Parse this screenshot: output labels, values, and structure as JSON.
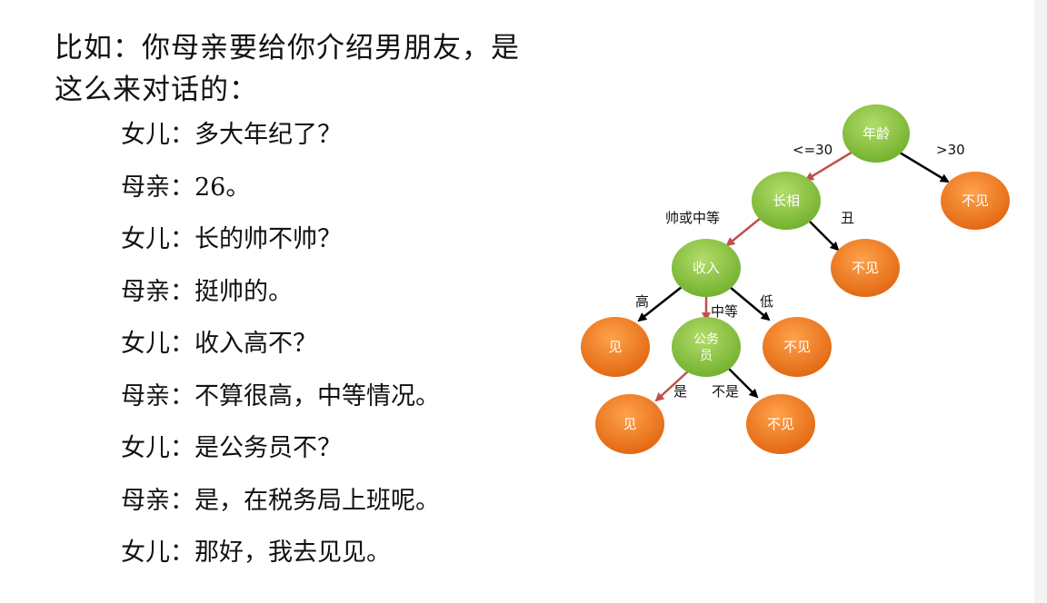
{
  "title": "比如：你母亲要给你介绍男朋友，是这么来对话的：",
  "dialog": [
    {
      "speaker": "女儿：",
      "text": "多大年纪了？"
    },
    {
      "speaker": "母亲：",
      "text": "26。"
    },
    {
      "speaker": "女儿：",
      "text": "长的帅不帅？"
    },
    {
      "speaker": "母亲：",
      "text": "挺帅的。"
    },
    {
      "speaker": "女儿：",
      "text": "收入高不？"
    },
    {
      "speaker": "母亲：",
      "text": "不算很高，中等情况。"
    },
    {
      "speaker": "女儿：",
      "text": "是公务员不？"
    },
    {
      "speaker": "母亲：",
      "text": "是，在税务局上班呢。"
    },
    {
      "speaker": "女儿：",
      "text": "那好，我去见见。"
    }
  ],
  "tree": {
    "nodes": {
      "age": "年龄",
      "looks": "长相",
      "income": "收入",
      "civil_servant_line1": "公务",
      "civil_servant_line2": "员",
      "reject_age": "不见",
      "reject_looks": "不见",
      "reject_income": "不见",
      "reject_cs": "不见",
      "meet_high": "见",
      "meet_cs": "见"
    },
    "edges": {
      "age_le30": "<=30",
      "age_gt30": ">30",
      "looks_ok": "帅或中等",
      "looks_ugly": "丑",
      "income_high": "高",
      "income_mid": "中等",
      "income_low": "低",
      "cs_yes": "是",
      "cs_no": "不是"
    },
    "colors": {
      "decision_node": "#8dc63f",
      "leaf_node": "#f07c1a",
      "chosen_path_arrow": "#c0504d",
      "other_arrow": "#000000"
    }
  }
}
